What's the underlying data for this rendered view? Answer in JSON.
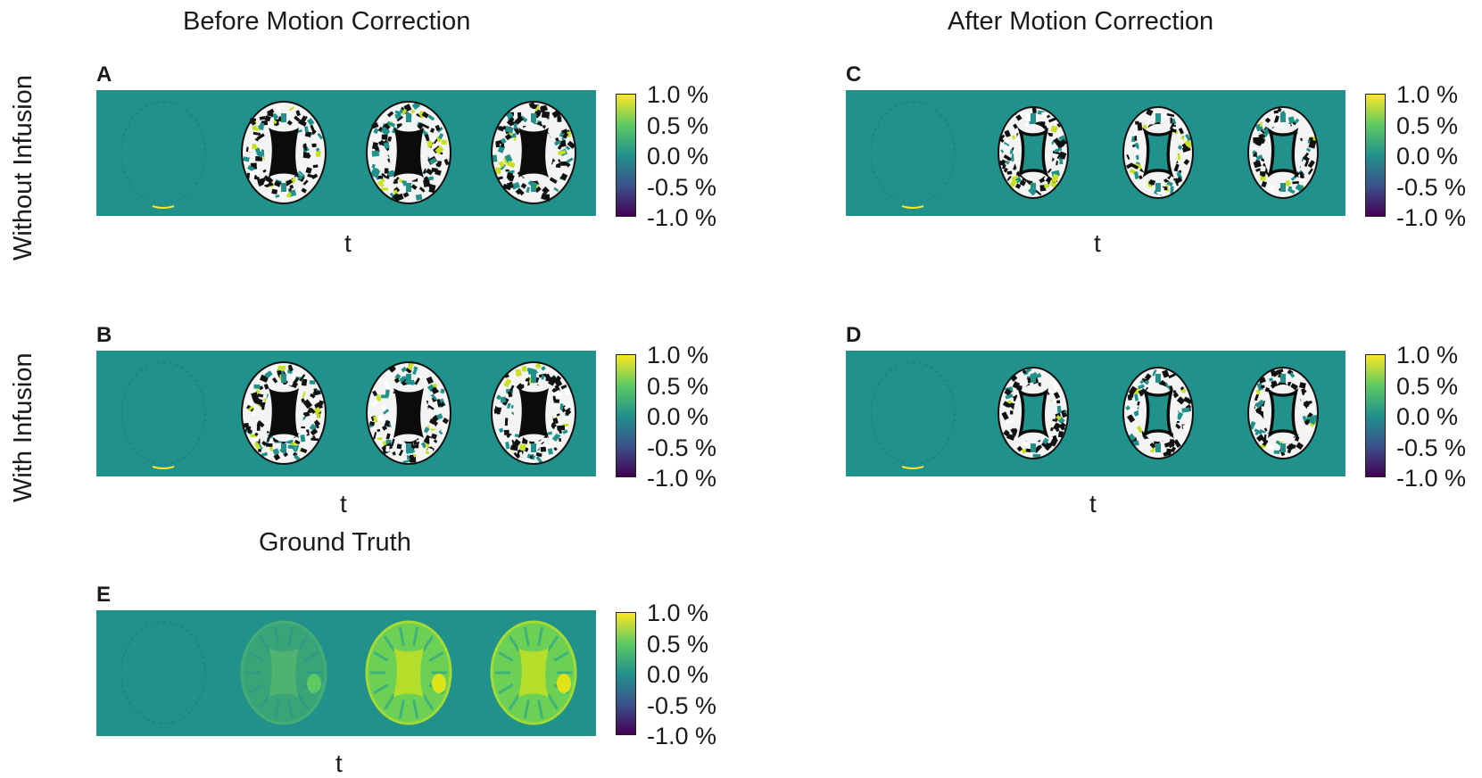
{
  "columns": {
    "before_title": "Before Motion Correction",
    "after_title": "After Motion Correction",
    "ground_truth_title": "Ground Truth"
  },
  "rows": {
    "without_label": "Without Infusion",
    "with_label": "With Infusion"
  },
  "colorbar_ticks": [
    "1.0 %",
    "0.5 %",
    "0.0 %",
    "-0.5 %",
    "-1.0 %"
  ],
  "axis_label": "t",
  "panels": [
    {
      "id": "A",
      "type": "artifact"
    },
    {
      "id": "B",
      "type": "artifact"
    },
    {
      "id": "C",
      "type": "corrected"
    },
    {
      "id": "D",
      "type": "corrected"
    },
    {
      "id": "E",
      "type": "groundtruth"
    }
  ],
  "colors": {
    "background": "#21918c",
    "max": "#fde725",
    "min": "#440154"
  }
}
